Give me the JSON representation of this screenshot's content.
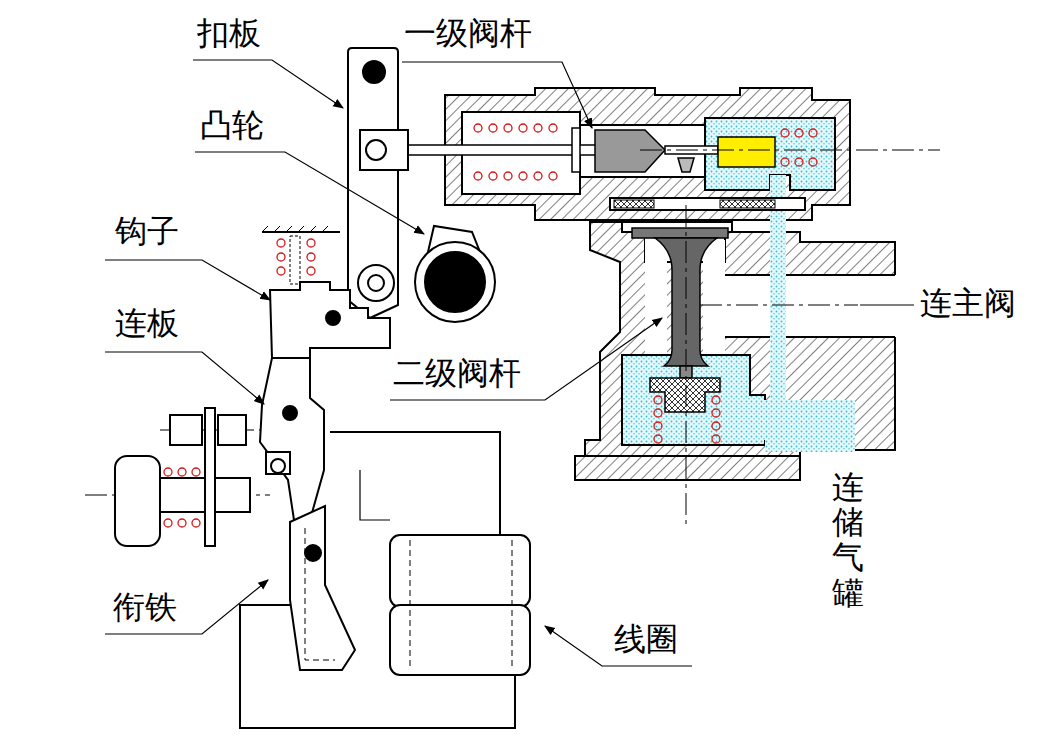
{
  "diagram": {
    "labels": [
      "扣板",
      "一级阀杆",
      "凸轮",
      "钩子",
      "连板",
      "连主阀",
      "二级阀杆",
      "连储气罐",
      "衔铁",
      "线圈"
    ]
  }
}
